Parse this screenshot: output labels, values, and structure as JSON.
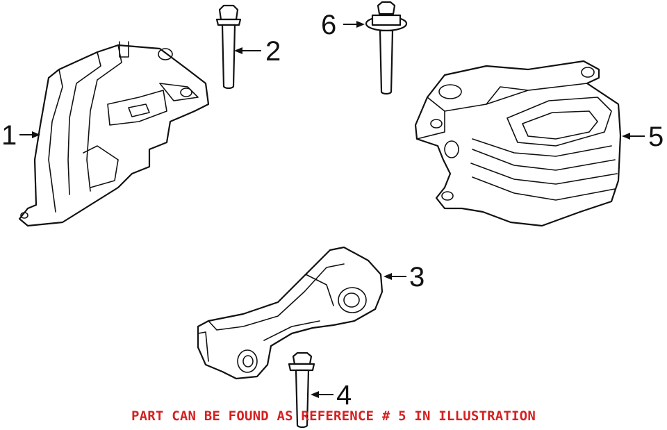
{
  "callouts": [
    {
      "id": "1",
      "label": "1"
    },
    {
      "id": "2",
      "label": "2"
    },
    {
      "id": "3",
      "label": "3"
    },
    {
      "id": "4",
      "label": "4"
    },
    {
      "id": "5",
      "label": "5"
    },
    {
      "id": "6",
      "label": "6"
    }
  ],
  "notice": "PART CAN BE FOUND AS REFERENCE # 5 IN ILLUSTRATION",
  "colors": {
    "notice": "#d62020",
    "line": "#111111",
    "background": "#ffffff"
  }
}
